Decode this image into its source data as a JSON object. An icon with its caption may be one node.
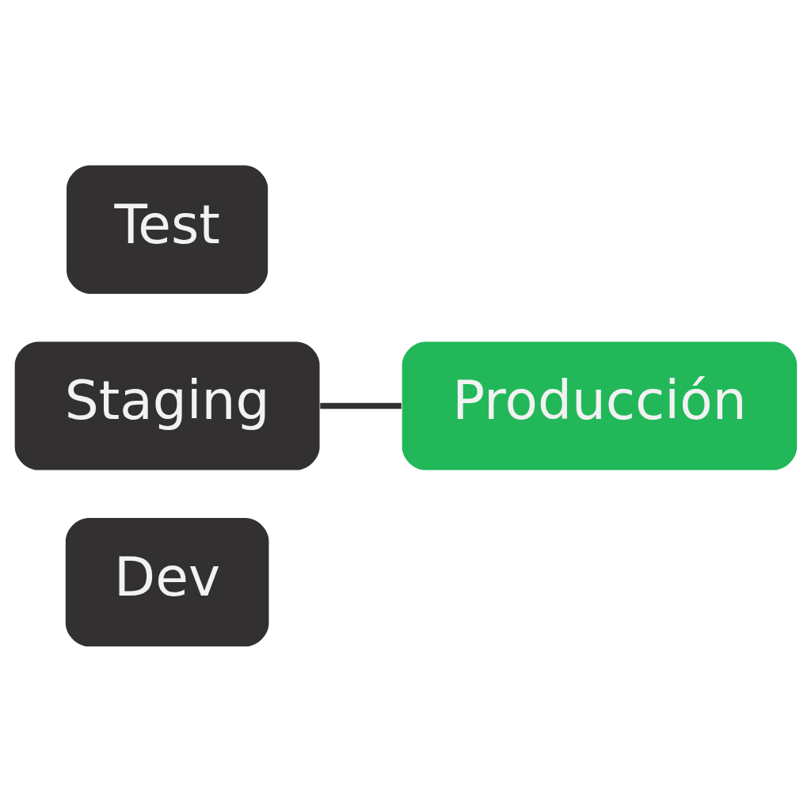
{
  "diagram": {
    "nodes": [
      {
        "text": [
          "Dev"
        ]
      },
      {
        "text": [
          "Staging"
        ]
      },
      {
        "text": [
          "Test"
        ]
      },
      {
        "text": [
          "Producción"
        ]
      }
    ],
    "edges": [
      {
        "from": 1,
        "to": 3,
        "arrow": "none"
      }
    ]
  }
}
